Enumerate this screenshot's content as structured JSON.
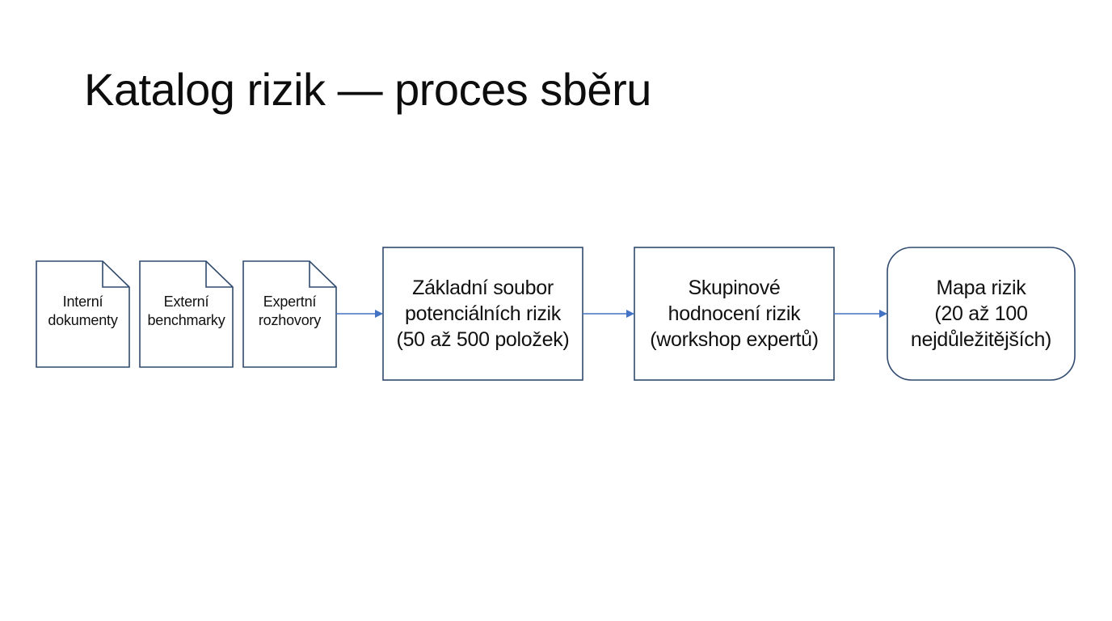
{
  "slide": {
    "title": "Katalog rizik — proces sběru"
  },
  "diagram": {
    "colors": {
      "shape_border": "#2f4a6e",
      "connector": "#4472c4",
      "background": "#ffffff"
    },
    "sources": [
      {
        "id": "internal-docs",
        "shape": "document",
        "lines": [
          "Interní",
          "dokumenty"
        ]
      },
      {
        "id": "external-benchmarks",
        "shape": "document",
        "lines": [
          "Externí",
          "benchmarky"
        ]
      },
      {
        "id": "expert-interviews",
        "shape": "document",
        "lines": [
          "Expertní",
          "rozhovory"
        ]
      }
    ],
    "steps": [
      {
        "id": "base-set",
        "shape": "rectangle",
        "lines": [
          "Základní soubor",
          "potenciálních rizik",
          "(50 až 500 položek)"
        ]
      },
      {
        "id": "group-assessment",
        "shape": "rectangle",
        "lines": [
          "Skupinové",
          "hodnocení rizik",
          "(workshop expertů)"
        ]
      },
      {
        "id": "risk-map",
        "shape": "rounded-rectangle",
        "lines": [
          "Mapa rizik",
          "(20 až 100",
          "nejdůležitějších)"
        ]
      }
    ],
    "connectors": [
      {
        "from": "expert-interviews",
        "to": "base-set",
        "icon": "arrow-right-icon"
      },
      {
        "from": "base-set",
        "to": "group-assessment",
        "icon": "arrow-right-icon"
      },
      {
        "from": "group-assessment",
        "to": "risk-map",
        "icon": "arrow-right-icon"
      }
    ]
  }
}
